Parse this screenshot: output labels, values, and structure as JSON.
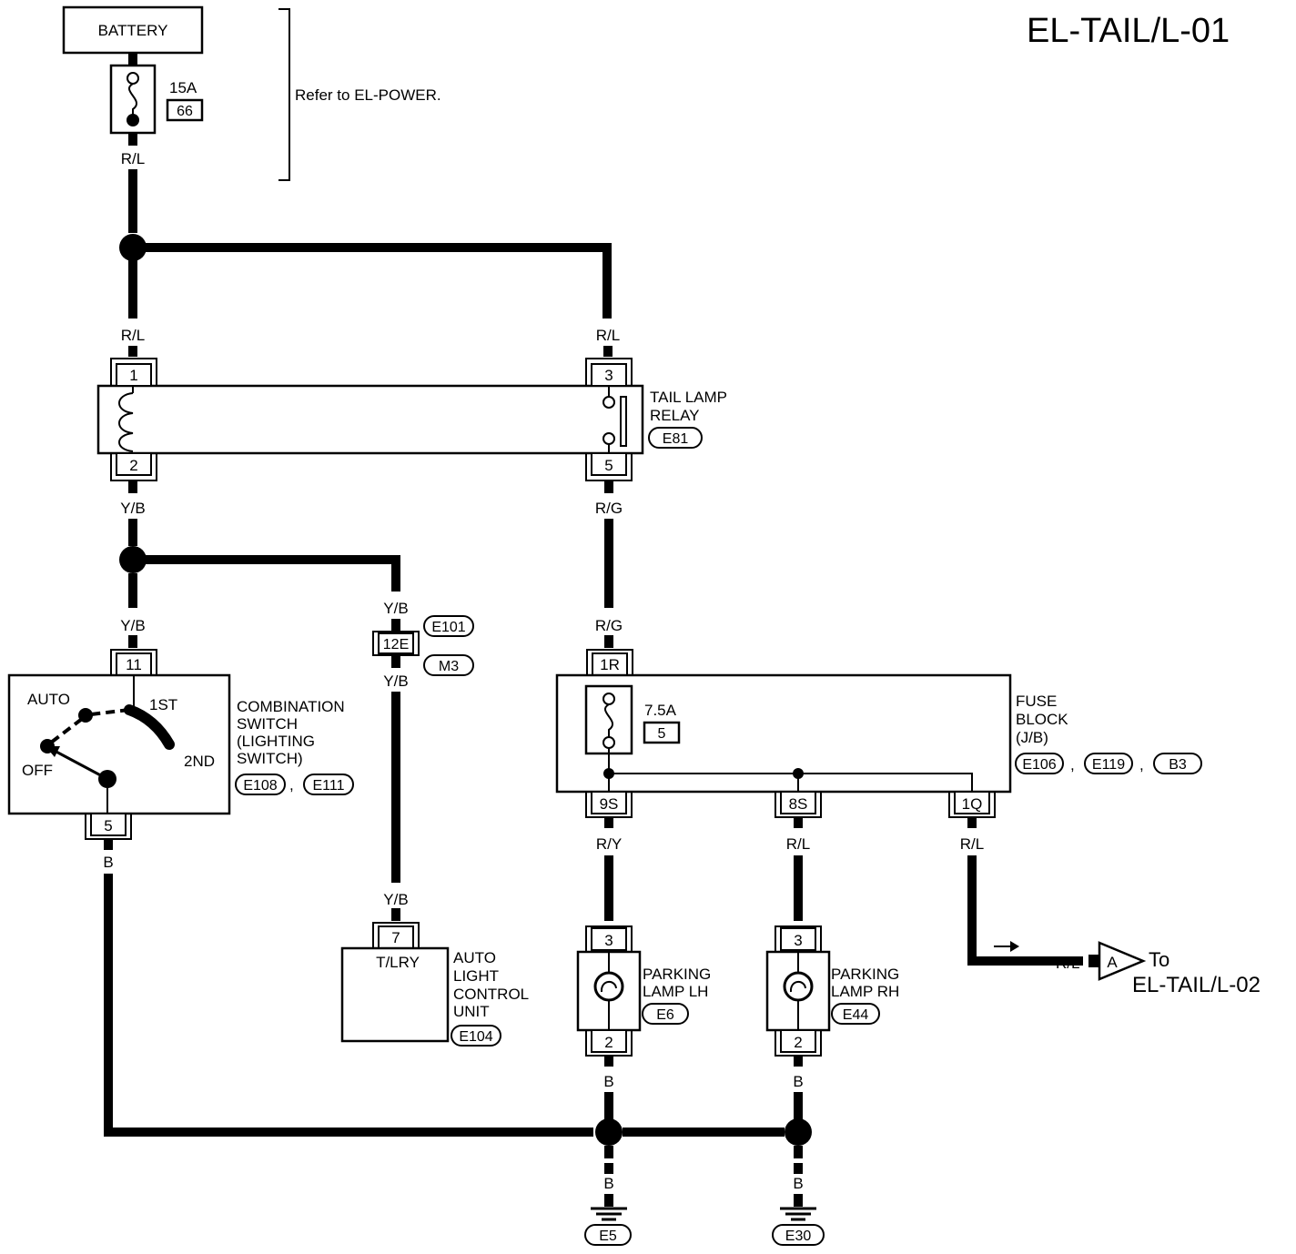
{
  "title": "EL-TAIL/L-01",
  "battery": {
    "label": "BATTERY"
  },
  "fuse_main": {
    "rating": "15A",
    "number": "66"
  },
  "power_note": "Refer to EL-POWER.",
  "relay": {
    "label_line1": "TAIL LAMP",
    "label_line2": "RELAY",
    "connector": "E81",
    "pin1": "1",
    "pin2": "2",
    "pin3": "3",
    "pin5": "5"
  },
  "combination_switch": {
    "label_line1": "COMBINATION",
    "label_line2": "SWITCH",
    "label_line3": "(LIGHTING",
    "label_line4": "SWITCH)",
    "connector1": "E108",
    "connector2": "E111",
    "sep": ",",
    "pos_auto": "AUTO",
    "pos_1st": "1ST",
    "pos_2nd": "2ND",
    "pos_off": "OFF",
    "pin_top": "11",
    "pin_bottom": "5"
  },
  "joint_connector": {
    "pin": "12E",
    "connector1": "E101",
    "connector2": "M3"
  },
  "auto_light_unit": {
    "label_line1": "AUTO",
    "label_line2": "LIGHT",
    "label_line3": "CONTROL",
    "label_line4": "UNIT",
    "connector": "E104",
    "pin": "7",
    "terminal": "T/LRY"
  },
  "fuse_block": {
    "label_line1": "FUSE",
    "label_line2": "BLOCK",
    "label_line3": "(J/B)",
    "connector1": "E106",
    "connector2": "E119",
    "connector3": "B3",
    "sep": ",",
    "fuse_rating": "7.5A",
    "fuse_number": "5",
    "pin_in": "1R",
    "pin_9s": "9S",
    "pin_8s": "8S",
    "pin_1q": "1Q"
  },
  "parking_lh": {
    "label_line1": "PARKING",
    "label_line2": "LAMP LH",
    "connector": "E6",
    "pin_top": "3",
    "pin_bottom": "2"
  },
  "parking_rh": {
    "label_line1": "PARKING",
    "label_line2": "LAMP RH",
    "connector": "E44",
    "pin_top": "3",
    "pin_bottom": "2"
  },
  "wire_colors": {
    "rl": "R/L",
    "yb": "Y/B",
    "rg": "R/G",
    "ry": "R/Y",
    "b": "B"
  },
  "grounds": {
    "left": "E5",
    "right": "E30"
  },
  "offpage": {
    "connector": "A",
    "to": "To",
    "target": "EL-TAIL/L-02"
  }
}
